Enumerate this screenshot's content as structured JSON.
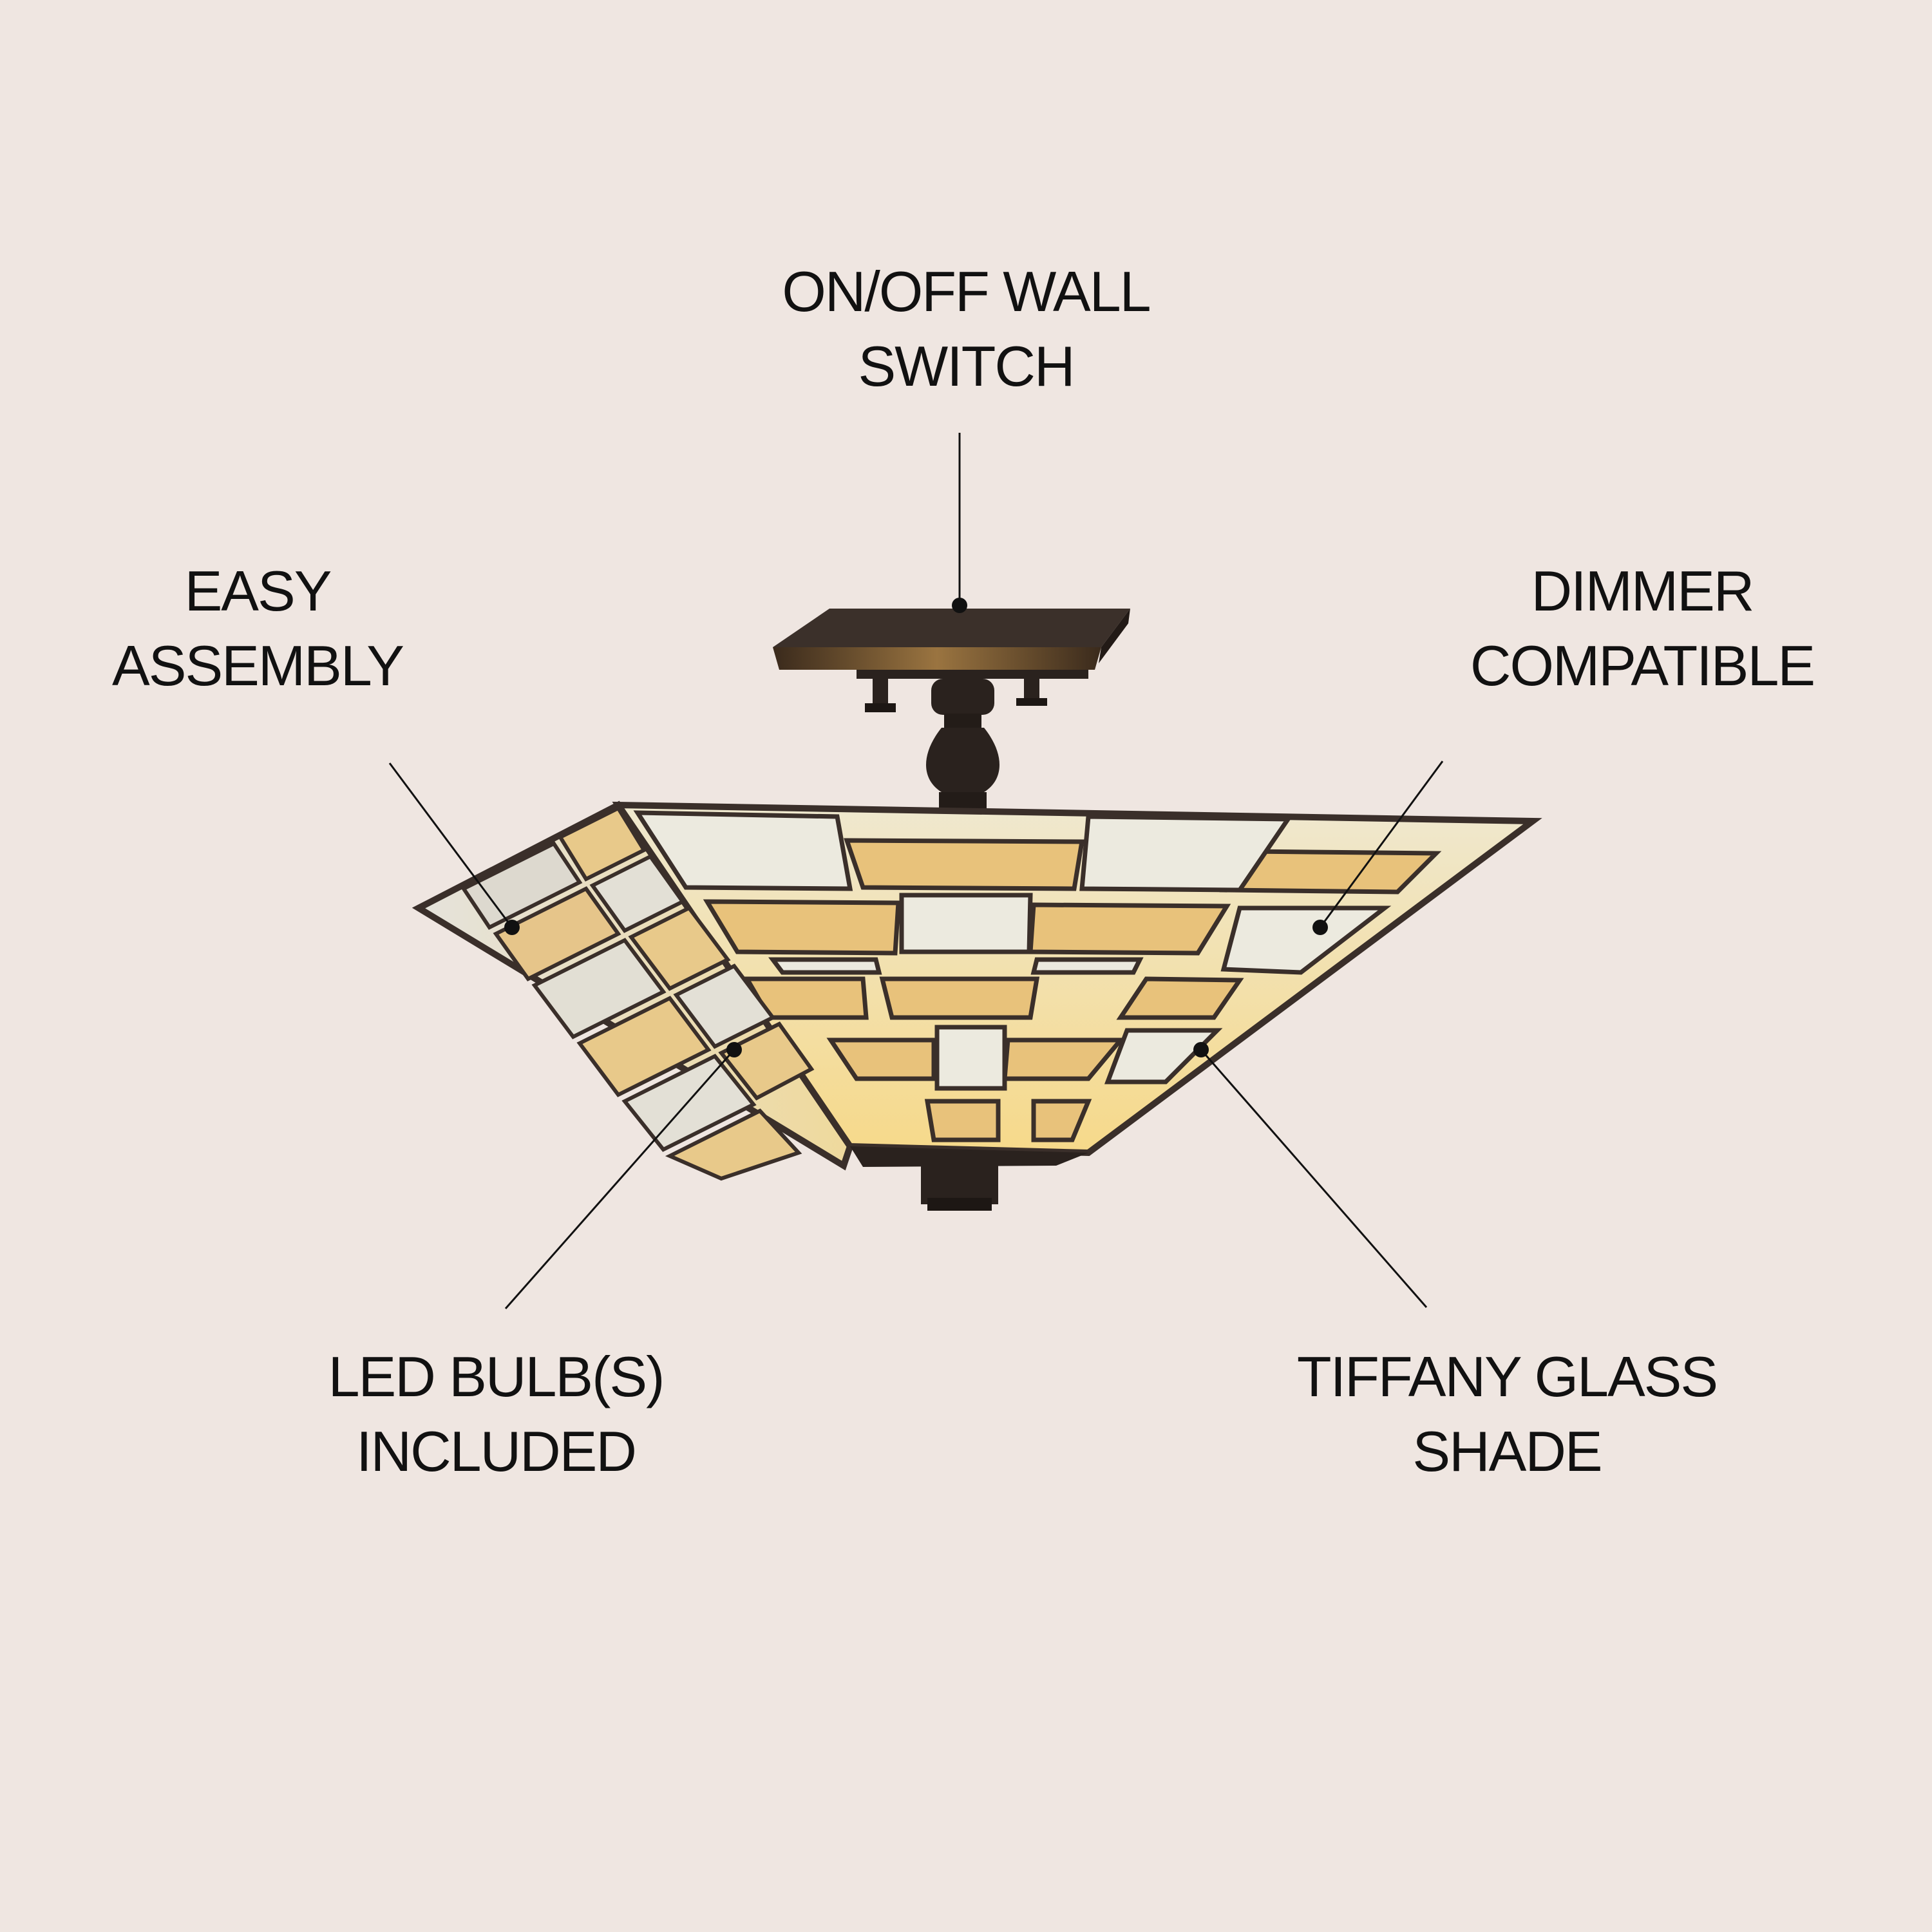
{
  "callouts": {
    "switch": {
      "line1": "ON/OFF WALL",
      "line2": "SWITCH"
    },
    "easy": {
      "line1": "EASY",
      "line2": "ASSEMBLY"
    },
    "dimmer": {
      "line1": "DIMMER",
      "line2": "COMPATIBLE"
    },
    "led": {
      "line1": "LED BULB(S)",
      "line2": "INCLUDED"
    },
    "tiffany": {
      "line1": "TIFFANY GLASS",
      "line2": "SHADE"
    }
  },
  "colors": {
    "background": "#efe6e1",
    "text": "#111111",
    "bronze": "#2a221e",
    "glass_white": "#e9e8dc",
    "glass_amber": "#e6c783",
    "glass_glow": "#f7e7a0",
    "leading": "#3a2f2a"
  }
}
